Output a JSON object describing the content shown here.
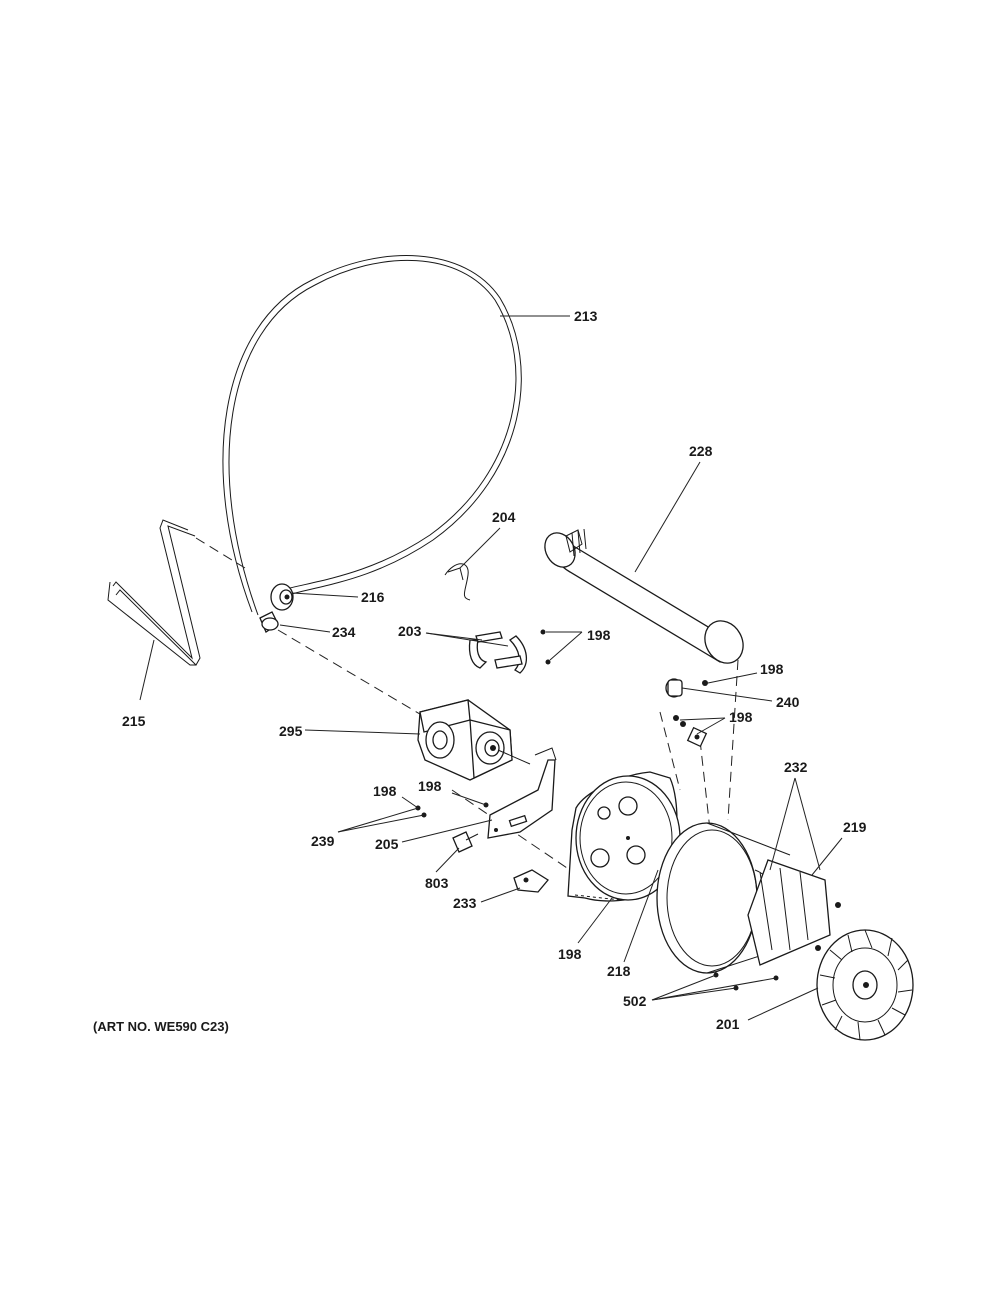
{
  "callouts": {
    "p213": "213",
    "p228": "228",
    "p204": "204",
    "p216": "216",
    "p234": "234",
    "p203": "203",
    "p198_top": "198",
    "p198_240": "198",
    "p240": "240",
    "p198_mid": "198",
    "p215": "215",
    "p295": "295",
    "p232": "232",
    "p219": "219",
    "p198_a": "198",
    "p198_b": "198",
    "p239": "239",
    "p205": "205",
    "p803": "803",
    "p233": "233",
    "p198_bottom": "198",
    "p218": "218",
    "p502": "502",
    "p201": "201"
  },
  "art_number": "(ART NO. WE590 C23)"
}
